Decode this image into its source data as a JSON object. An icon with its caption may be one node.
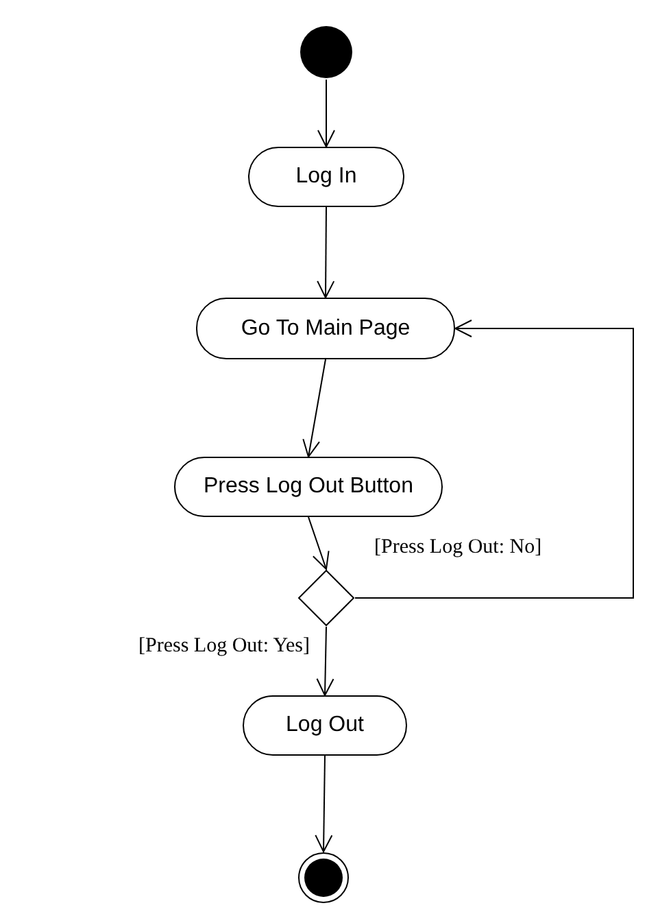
{
  "diagram": {
    "nodes": [
      {
        "text": [],
        "shape": "circle"
      },
      {
        "text": [
          "Log In"
        ]
      },
      {
        "text": [
          "Go To Main Page"
        ]
      },
      {
        "text": [
          "Press Log Out Button"
        ]
      },
      {
        "text": [],
        "shape": "diamond"
      },
      {
        "text": [
          "Log Out"
        ]
      },
      {
        "text": [],
        "shape": "bullseye"
      }
    ],
    "edges": [
      {
        "from": 0,
        "to": 1,
        "arrow": "to"
      },
      {
        "from": 1,
        "to": 2,
        "arrow": "to"
      },
      {
        "from": 2,
        "to": 3,
        "arrow": "to"
      },
      {
        "from": 3,
        "to": 4,
        "arrow": "to"
      },
      {
        "from": 4,
        "to": 5,
        "arrow": "to",
        "label": "[Press Log Out: Yes]"
      },
      {
        "from": 4,
        "to": 2,
        "arrow": "to",
        "label": "[Press Log Out: No]"
      },
      {
        "from": 5,
        "to": 6,
        "arrow": "to"
      }
    ]
  }
}
